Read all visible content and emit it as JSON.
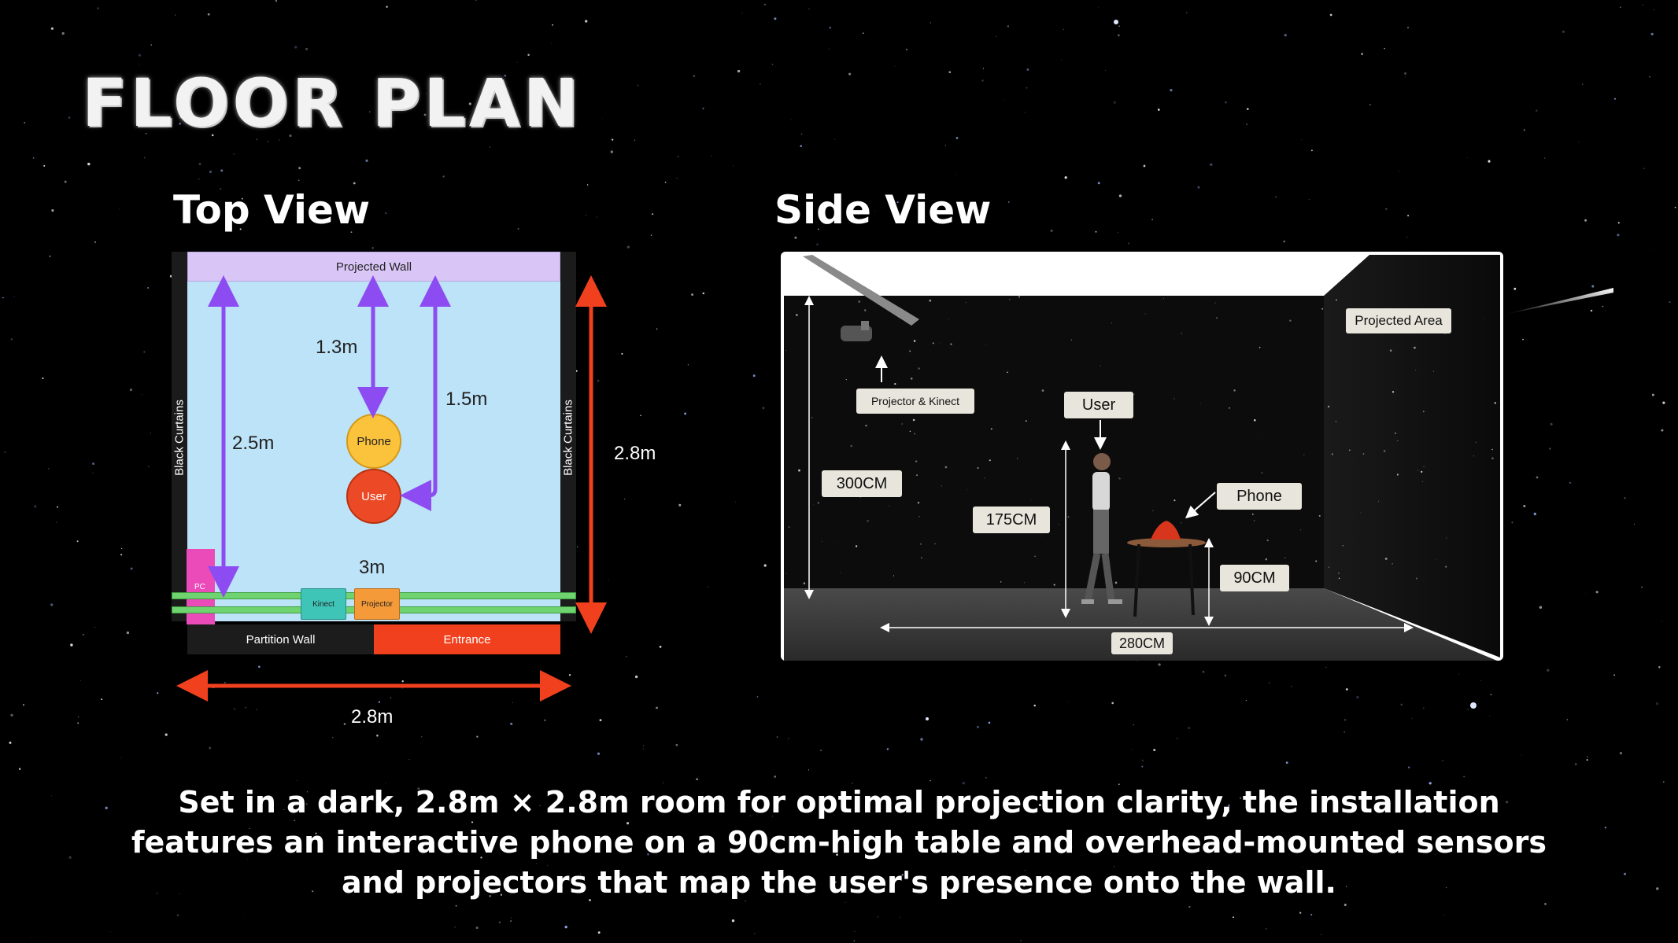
{
  "title": "FLOOR PLAN",
  "top_view": {
    "heading": "Top View",
    "projected_wall": "Projected Wall",
    "left_curtain": "Black Curtains",
    "right_curtain": "Black Curtains",
    "dim_1_3": "1.3m",
    "dim_1_5": "1.5m",
    "dim_2_5": "2.5m",
    "dim_3": "3m",
    "dim_height": "2.8m",
    "dim_width": "2.8m",
    "phone": "Phone",
    "user": "User",
    "pc": "PC",
    "kinect": "Kinect",
    "projector": "Projector",
    "partition_wall": "Partition Wall",
    "entrance": "Entrance",
    "colors": {
      "floor": "#bde3f8",
      "wall": "#d9c6f7",
      "phone": "#fbc23c",
      "user": "#ec4a26",
      "pc": "#ea4bb8",
      "kinect": "#3fc5b8",
      "projector": "#f59a38",
      "rail": "#6fd36f",
      "arrow_purple": "#8c4cf2",
      "arrow_red": "#f0401e",
      "entrance": "#f0401e",
      "partition": "#1c1c1c"
    }
  },
  "side_view": {
    "heading": "Side View",
    "projected_area": "Projected Area",
    "projector_kinect": "Projector & Kinect",
    "user": "User",
    "phone": "Phone",
    "h300": "300CM",
    "h175": "175CM",
    "h90": "90CM",
    "w280": "280CM"
  },
  "description": "Set in a dark, 2.8m × 2.8m room for optimal projection clarity, the installation features an interactive phone on a 90cm-high table and overhead-mounted sensors and projectors that map the user's presence onto the wall."
}
